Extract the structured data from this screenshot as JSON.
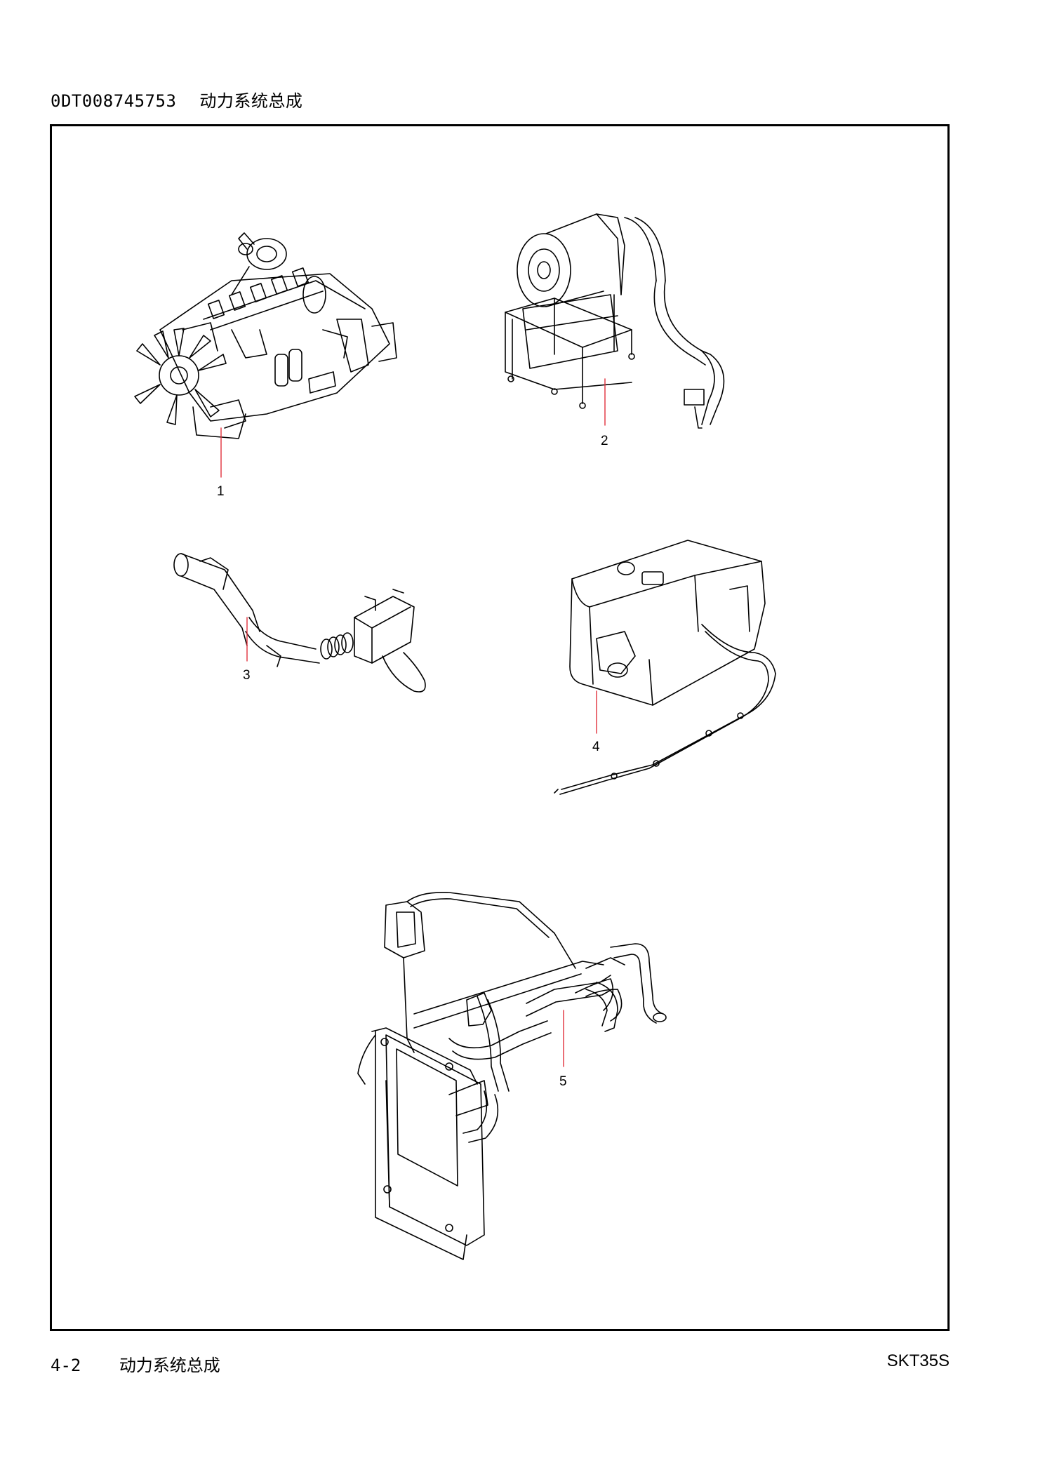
{
  "header": {
    "doc_code": "0DT008745753",
    "title": "动力系统总成"
  },
  "callouts": [
    {
      "id": "engine",
      "label": "1"
    },
    {
      "id": "air-filter",
      "label": "2"
    },
    {
      "id": "exhaust",
      "label": "3"
    },
    {
      "id": "fuel-tank",
      "label": "4"
    },
    {
      "id": "cooling",
      "label": "5"
    }
  ],
  "footer": {
    "page_number": "4-2",
    "section_title": "动力系统总成",
    "model": "SKT35S"
  },
  "colors": {
    "leader_line": "#e0303c",
    "line_art": "#000000"
  }
}
